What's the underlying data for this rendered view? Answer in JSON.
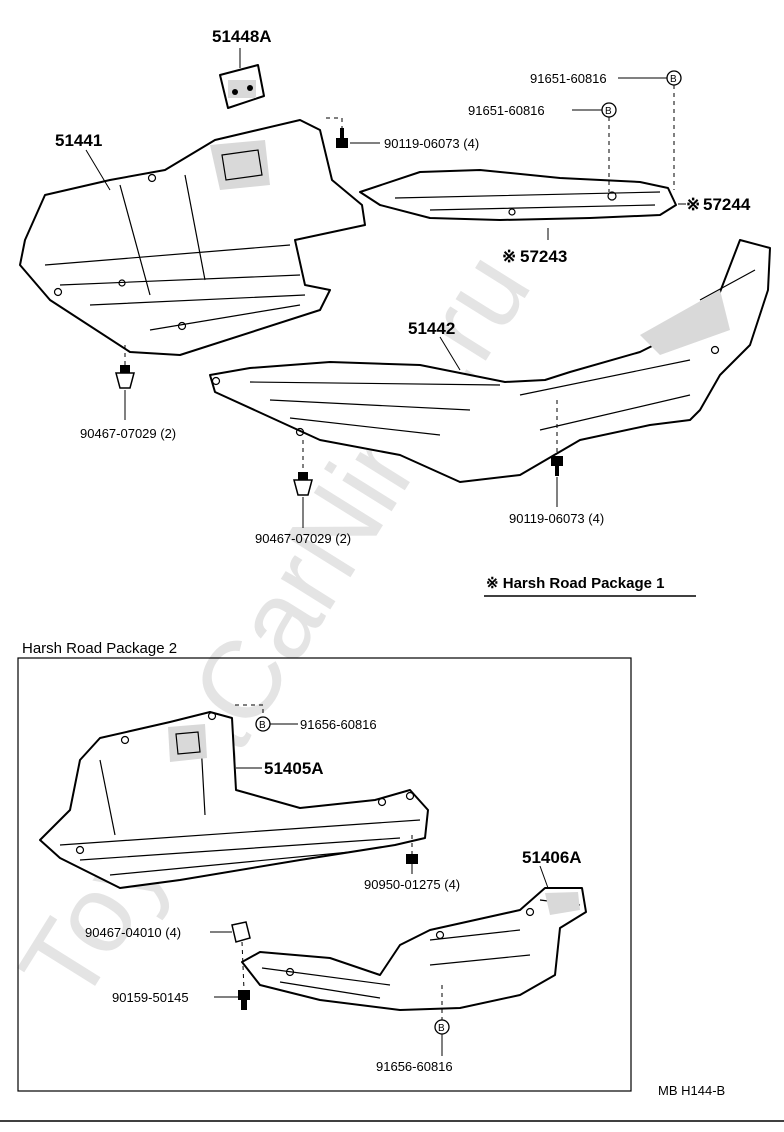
{
  "watermark": "ToyotaCarNine.ru",
  "parts": {
    "p51448A": "51448A",
    "p51441": "51441",
    "p51442": "51442",
    "p57243": "57243",
    "p57244": "57244",
    "p51405A": "51405A",
    "p51406A": "51406A"
  },
  "fasteners": {
    "f91651_top": "91651-60816",
    "f91651_mid": "91651-60816",
    "f90119_upper": "90119-06073 (4)",
    "f90467_left": "90467-07029 (2)",
    "f90467_mid": "90467-07029 (2)",
    "f90119_lower": "90119-06073 (4)",
    "f91656_top": "91656-60816",
    "f90950": "90950-01275 (4)",
    "f90467_04010": "90467-04010 (4)",
    "f90159": "90159-50145",
    "f91656_bottom": "91656-60816"
  },
  "markers": {
    "bolt_symbol": "B",
    "note_mark": "※"
  },
  "notes": {
    "package1": "※ Harsh Road Package 1",
    "package2_title": "Harsh Road Package 2"
  },
  "page_code": "MB  H144-B"
}
